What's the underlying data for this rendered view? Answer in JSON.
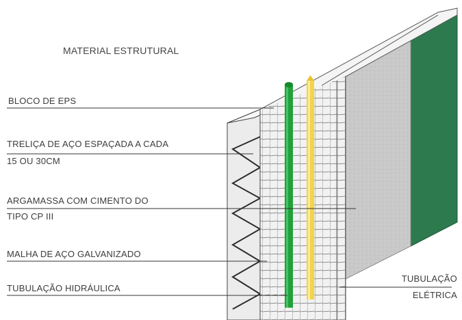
{
  "diagram": {
    "title": "MATERIAL ESTRUTURAL",
    "labels": {
      "bloco_eps": "BLOCO DE EPS",
      "trelica_line1": "TRELIÇA DE AÇO ESPAÇADA A CADA",
      "trelica_line2": "15 OU 30CM",
      "argamassa_line1": "ARGAMASSA  COM  CIMENTO  DO",
      "argamassa_line2": "TIPO CP III",
      "malha": "MALHA DE AÇO GALVANIZADO",
      "hidraulica": "TUBULAÇÃO HIDRÁULICA",
      "eletrica_line1": "TUBULAÇÃO",
      "eletrica_line2": "ELÉTRICA"
    },
    "colors": {
      "hydraulic_pipe": "#1fa23a",
      "electrical_pipe": "#f2d34a",
      "finish_layer": "#2c7a4d",
      "mortar_layer": "#c8c8c8",
      "eps_block": "#ededed",
      "leader_line": "#333333"
    }
  }
}
